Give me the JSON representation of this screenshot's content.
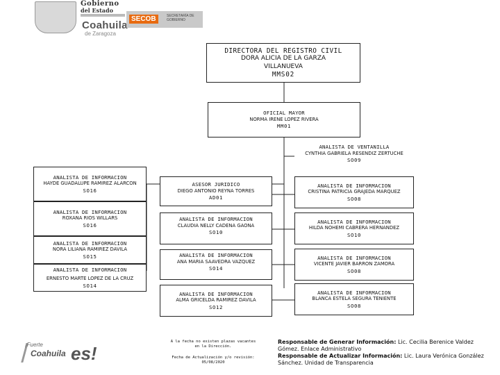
{
  "header_logo": {
    "line1": "Gobierno",
    "line2": "del Estado",
    "state": "Coahuila",
    "state_sub": "de Zaragoza",
    "dept": "SECOB",
    "dept_sub": "SECRETARÍA DE GOBIERNO"
  },
  "director": {
    "title": "DIRECTORA DEL REGISTRO CIVIL",
    "name_line1": "DORA ALICIA DE LA GARZA",
    "name_line2": "VILLANUEVA",
    "code": "MMS02"
  },
  "oficial": {
    "title": "OFICIAL MAYOR",
    "name": "NORMA IRENE LOPEZ RIVERA",
    "code": "MM01"
  },
  "ventanilla": {
    "title": "ANALISTA DE VENTANILLA",
    "name": "CYNTHIA GABRIELA RESENDIZ ZERTUCHE",
    "code": "SO09"
  },
  "left_column": [
    {
      "title": "ANALISTA DE INFORMACION",
      "name": "HAYDE GUADALUPE RAMIREZ ALARCON",
      "code": "SO16"
    },
    {
      "title": "ANALISTA DE INFORMACION",
      "name": "ROXANA RIOS WILLARS",
      "code": "SO16"
    },
    {
      "title": "ANALISTA DE INFORMACION",
      "name": "NORA LILIANA RAMIREZ DAVILA",
      "code": "SO15"
    },
    {
      "title": "ANALISTA DE INFORMACION",
      "name": "ERNESTO MARTE LOPEZ DE LA CRUZ",
      "code": "SO14"
    }
  ],
  "middle_column": [
    {
      "title": "ASESOR JURIDICO",
      "name": "DIEGO ANTONIO REYNA TORRES",
      "code": "AD01"
    },
    {
      "title": "ANALISTA DE INFORMACION",
      "name": "CLAUDIA NELLY CADENA GAONA",
      "code": "SO10"
    },
    {
      "title": "ANALISTA DE INFORMACION",
      "name": "ANA MARIA SAAVEDRA VAZQUEZ",
      "code": "SO14"
    },
    {
      "title": "ANALISTA DE INFORMACION",
      "name": "ALMA GRICELDA RAMIREZ DAVILA",
      "code": "SO12"
    }
  ],
  "right_column": [
    {
      "title": "ANALISTA DE INFORMACION",
      "name": "CRISTINA PATRICIA GRAJEDA MARQUEZ",
      "code": "SO08"
    },
    {
      "title": "ANALISTA DE INFORMACION",
      "name": "HILDA NOHEMI CABRERA HERNANDEZ",
      "code": "SO10"
    },
    {
      "title": "ANALISTA DE INFORMACION",
      "name": "VICENTE JAVIER BARRON ZAMORA",
      "code": "SO08"
    },
    {
      "title": "ANALISTA DE INFORMACION",
      "name": "BLANCA ESTELA SEGURA TENIENTE",
      "code": "SO08"
    }
  ],
  "footer": {
    "note1_line1": "A la fecha no existen plazas vacantes",
    "note1_line2": "en la Dirección.",
    "note2_line1": "Fecha de Actualización y/o revisión:",
    "note2_line2": "05/08/2020",
    "resp_gen_label": "Responsable de Generar Información:",
    "resp_gen_value_line1": " Lic. Cecilia Berenice Valdez",
    "resp_gen_value_line2": "Gómez. Enlace Administrativo",
    "resp_act_label": "Responsable de Actualizar Información:",
    "resp_act_value_line1": " Lic. Laura Verónica González",
    "resp_act_value_line2": "Sánchez. Unidad de Transparencia",
    "logo_fuerte": "¡Fuerte",
    "logo_coahuila": "Coahuila",
    "logo_es": "es!"
  }
}
